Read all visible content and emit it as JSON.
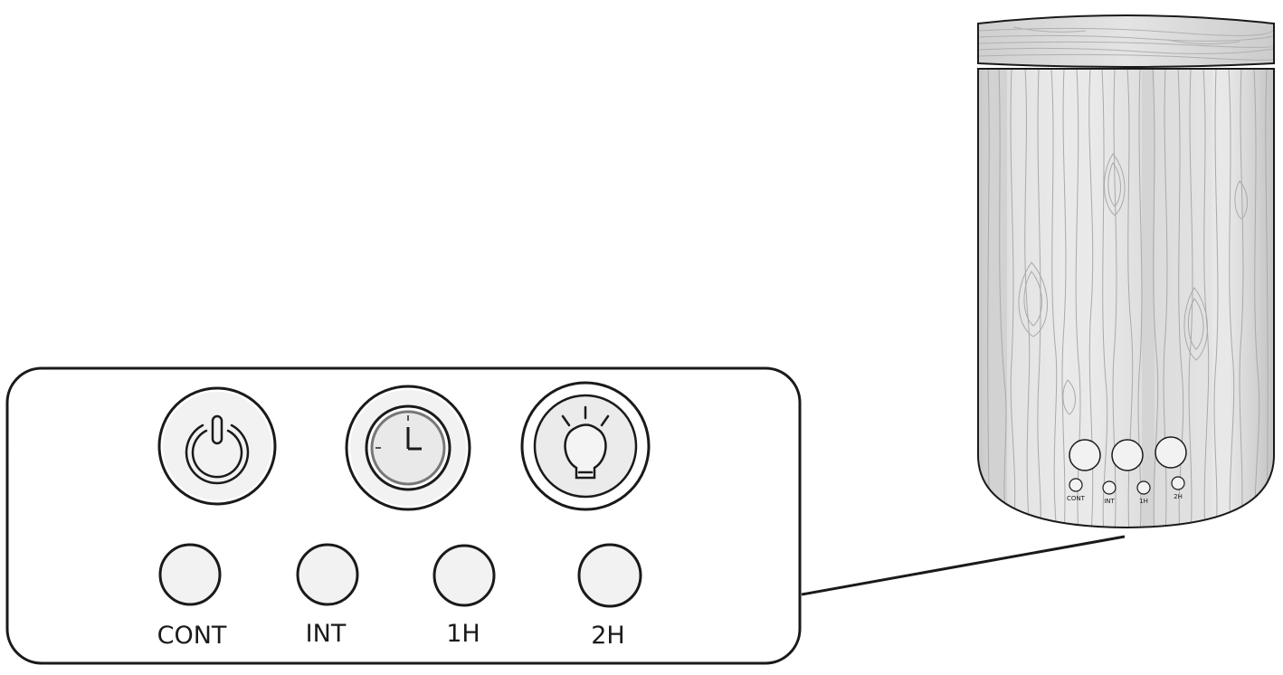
{
  "panel": {
    "top_buttons": [
      {
        "id": "power",
        "icon": "power-icon"
      },
      {
        "id": "timer",
        "icon": "clock-icon"
      },
      {
        "id": "light",
        "icon": "light-bulb-icon"
      }
    ],
    "indicators": [
      {
        "label": "CONT"
      },
      {
        "label": "INT"
      },
      {
        "label": "1H"
      },
      {
        "label": "2H"
      }
    ]
  },
  "device": {
    "indicator_labels": [
      "CONT",
      "INT",
      "1H",
      "2H"
    ]
  },
  "colors": {
    "outline": "#1a1a1a",
    "wood_light": "#ececec",
    "wood_mid": "#d6d6d6",
    "wood_dark": "#b8b8b8",
    "icon_stroke": "#555555"
  }
}
